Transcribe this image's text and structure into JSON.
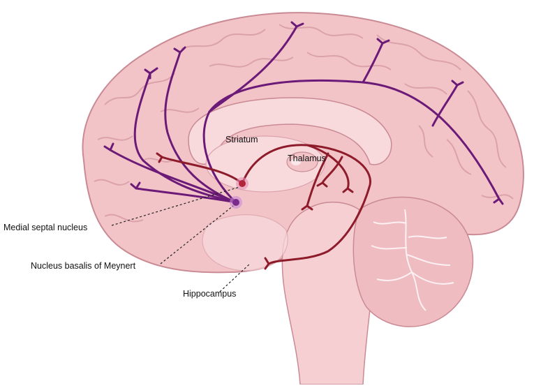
{
  "diagram": {
    "labels": {
      "striatum": "Striatum",
      "thalamus": "Thalamus",
      "medial_septal_nucleus": "Medial septal nucleus",
      "nucleus_basalis": "Nucleus basalis of Meynert",
      "hippocampus": "Hippocampus"
    },
    "colors": {
      "brain_fill": "#f2c4c8",
      "brain_outline": "#c98a94",
      "gyri_lines": "#dba2ab",
      "inner_fill": "#f8dadd",
      "brainstem_fill": "#f6cfd3",
      "cerebellum_fill": "#efbcc2",
      "cholinergic_purple": "#6b1a78",
      "cholinergic_red": "#8e1b2a",
      "nucleus_red": "#b2263c",
      "nucleus_purple": "#7a2a8a"
    }
  }
}
